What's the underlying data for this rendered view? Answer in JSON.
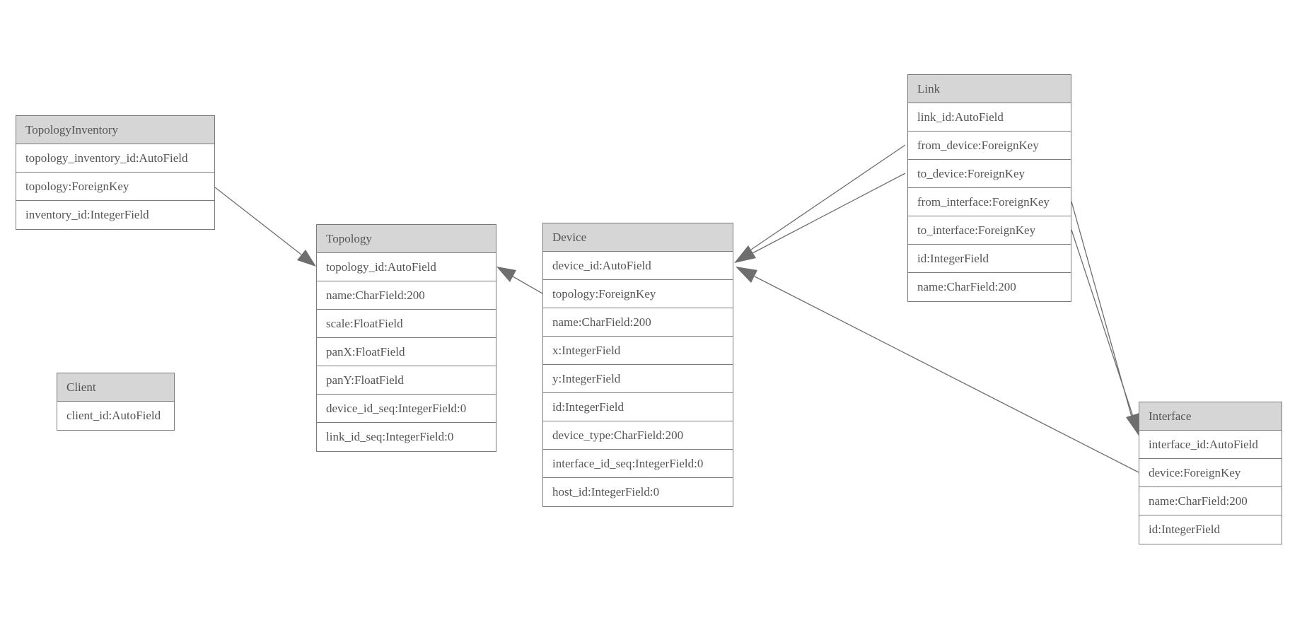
{
  "diagram": {
    "type": "entity-relationship-model",
    "colors": {
      "background": "#ffffff",
      "entity_header_fill": "#d6d6d6",
      "entity_border": "#7a7a7a",
      "text": "#545454",
      "relationship_line": "#6e6e6e",
      "arrowhead_fill": "#6e6e6e"
    }
  },
  "entities": {
    "topology_inventory": {
      "title": "TopologyInventory",
      "fields": [
        "topology_inventory_id:AutoField",
        "topology:ForeignKey",
        "inventory_id:IntegerField"
      ]
    },
    "topology": {
      "title": "Topology",
      "fields": [
        "topology_id:AutoField",
        "name:CharField:200",
        "scale:FloatField",
        "panX:FloatField",
        "panY:FloatField",
        "device_id_seq:IntegerField:0",
        "link_id_seq:IntegerField:0"
      ]
    },
    "client": {
      "title": "Client",
      "fields": [
        "client_id:AutoField"
      ]
    },
    "device": {
      "title": "Device",
      "fields": [
        "device_id:AutoField",
        "topology:ForeignKey",
        "name:CharField:200",
        "x:IntegerField",
        "y:IntegerField",
        "id:IntegerField",
        "device_type:CharField:200",
        "interface_id_seq:IntegerField:0",
        "host_id:IntegerField:0"
      ]
    },
    "link": {
      "title": "Link",
      "fields": [
        "link_id:AutoField",
        "from_device:ForeignKey",
        "to_device:ForeignKey",
        "from_interface:ForeignKey",
        "to_interface:ForeignKey",
        "id:IntegerField",
        "name:CharField:200"
      ]
    },
    "interface": {
      "title": "Interface",
      "fields": [
        "interface_id:AutoField",
        "device:ForeignKey",
        "name:CharField:200",
        "id:IntegerField"
      ]
    }
  },
  "relationships": [
    {
      "from": "TopologyInventory.topology",
      "to": "Topology.topology_id"
    },
    {
      "from": "Device.topology",
      "to": "Topology.topology_id"
    },
    {
      "from": "Link.from_device",
      "to": "Device.device_id"
    },
    {
      "from": "Link.to_device",
      "to": "Device.device_id"
    },
    {
      "from": "Interface.device",
      "to": "Device.device_id"
    },
    {
      "from": "Link.from_interface",
      "to": "Interface.interface_id"
    },
    {
      "from": "Link.to_interface",
      "to": "Interface.interface_id"
    }
  ]
}
